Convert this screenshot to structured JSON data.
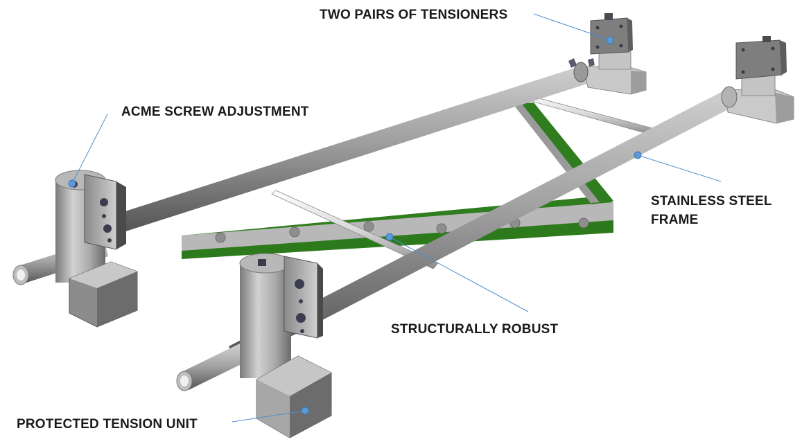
{
  "callouts": {
    "tensioners": "TWO PAIRS OF TENSIONERS",
    "acme": "ACME SCREW ADJUSTMENT",
    "frame_line1": "STAINLESS STEEL",
    "frame_line2": "FRAME",
    "robust": "STRUCTURALLY ROBUST",
    "protected": "PROTECTED TENSION UNIT"
  },
  "colors": {
    "steel": "#a6a6a6",
    "steel_dark": "#5c5c5c",
    "blade_green": "#2f7d1f",
    "blade_grey": "#b5b5b5",
    "callout_line": "#4f8fce",
    "callout_dot": "#5b9bd5",
    "label_text": "#1a1a1a"
  }
}
